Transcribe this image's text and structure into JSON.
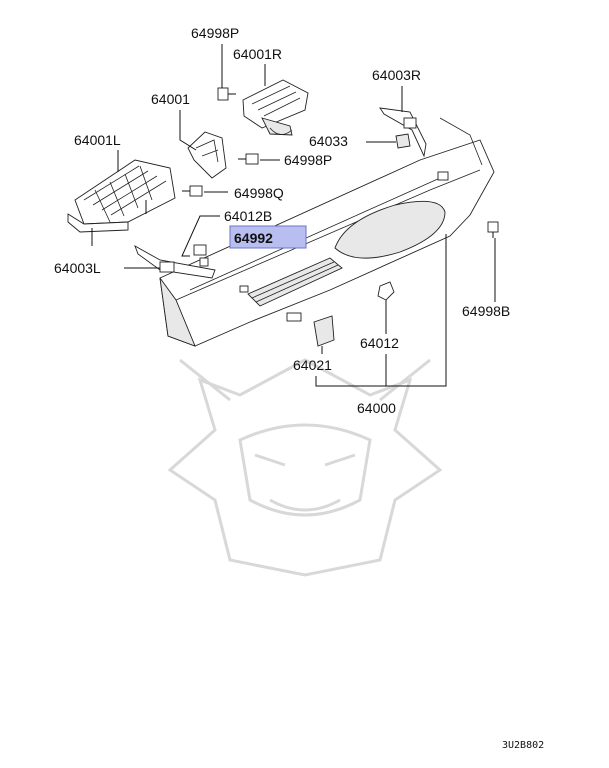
{
  "labels": {
    "p64998P_top": "64998P",
    "p64001R": "64001R",
    "p64003R": "64003R",
    "p64001": "64001",
    "p64033": "64033",
    "p64998P_mid": "64998P",
    "p64001L": "64001L",
    "p64998Q": "64998Q",
    "p64012B": "64012B",
    "p64992": "64992",
    "p64003L": "64003L",
    "p64998B": "64998B",
    "p64012": "64012",
    "p64021": "64021",
    "p64000": "64000"
  },
  "diagram_code": "3U2B802",
  "colors": {
    "highlight_fill": "#b8bff0",
    "highlight_stroke": "#6b74c9",
    "line": "#111111",
    "watermark": "#d8d8d8"
  }
}
